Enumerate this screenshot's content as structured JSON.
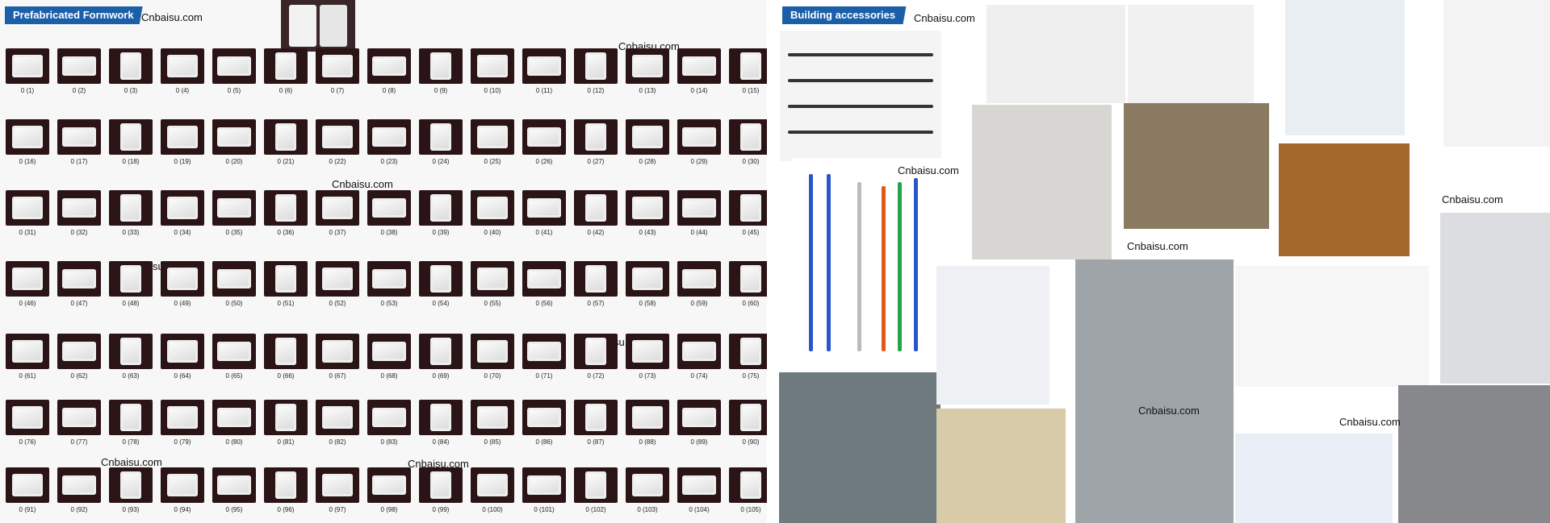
{
  "left_panel": {
    "heading": "Prefabricated Formwork",
    "watermark": "Cnbaisu.com",
    "rows": [
      [
        "0 (1)",
        "0 (2)",
        "0 (3)",
        "0 (4)",
        "0 (5)",
        "0 (6)",
        "0 (7)",
        "0 (8)",
        "0 (9)",
        "0 (10)",
        "0 (11)",
        "0 (12)",
        "0 (13)",
        "0 (14)",
        "0 (15)"
      ],
      [
        "0 (16)",
        "0 (17)",
        "0 (18)",
        "0 (19)",
        "0 (20)",
        "0 (21)",
        "0 (22)",
        "0 (23)",
        "0 (24)",
        "0 (25)",
        "0 (26)",
        "0 (27)",
        "0 (28)",
        "0 (29)",
        "0 (30)"
      ],
      [
        "0 (31)",
        "0 (32)",
        "0 (33)",
        "0 (34)",
        "0 (35)",
        "0 (36)",
        "0 (37)",
        "0 (38)",
        "0 (39)",
        "0 (40)",
        "0 (41)",
        "0 (42)",
        "0 (43)",
        "0 (44)",
        "0 (45)"
      ],
      [
        "0 (46)",
        "0 (47)",
        "0 (48)",
        "0 (49)",
        "0 (50)",
        "0 (51)",
        "0 (52)",
        "0 (53)",
        "0 (54)",
        "0 (55)",
        "0 (56)",
        "0 (57)",
        "0 (58)",
        "0 (59)",
        "0 (60)"
      ],
      [
        "0 (61)",
        "0 (62)",
        "0 (63)",
        "0 (64)",
        "0 (65)",
        "0 (66)",
        "0 (67)",
        "0 (68)",
        "0 (69)",
        "0 (70)",
        "0 (71)",
        "0 (72)",
        "0 (73)",
        "0 (74)",
        "0 (75)"
      ],
      [
        "0 (76)",
        "0 (77)",
        "0 (78)",
        "0 (79)",
        "0 (80)",
        "0 (81)",
        "0 (82)",
        "0 (83)",
        "0 (84)",
        "0 (85)",
        "0 (86)",
        "0 (87)",
        "0 (88)",
        "0 (89)",
        "0 (90)"
      ],
      [
        "0 (91)",
        "0 (92)",
        "0 (93)",
        "0 (94)",
        "0 (95)",
        "0 (96)",
        "0 (97)",
        "0 (98)",
        "0 (99)",
        "0 (100)",
        "0 (101)",
        "0 (102)",
        "0 (103)",
        "0 (104)",
        "0 (105)"
      ]
    ]
  },
  "right_panel": {
    "heading": "Building accessories",
    "watermark": "Cnbaisu.com"
  }
}
